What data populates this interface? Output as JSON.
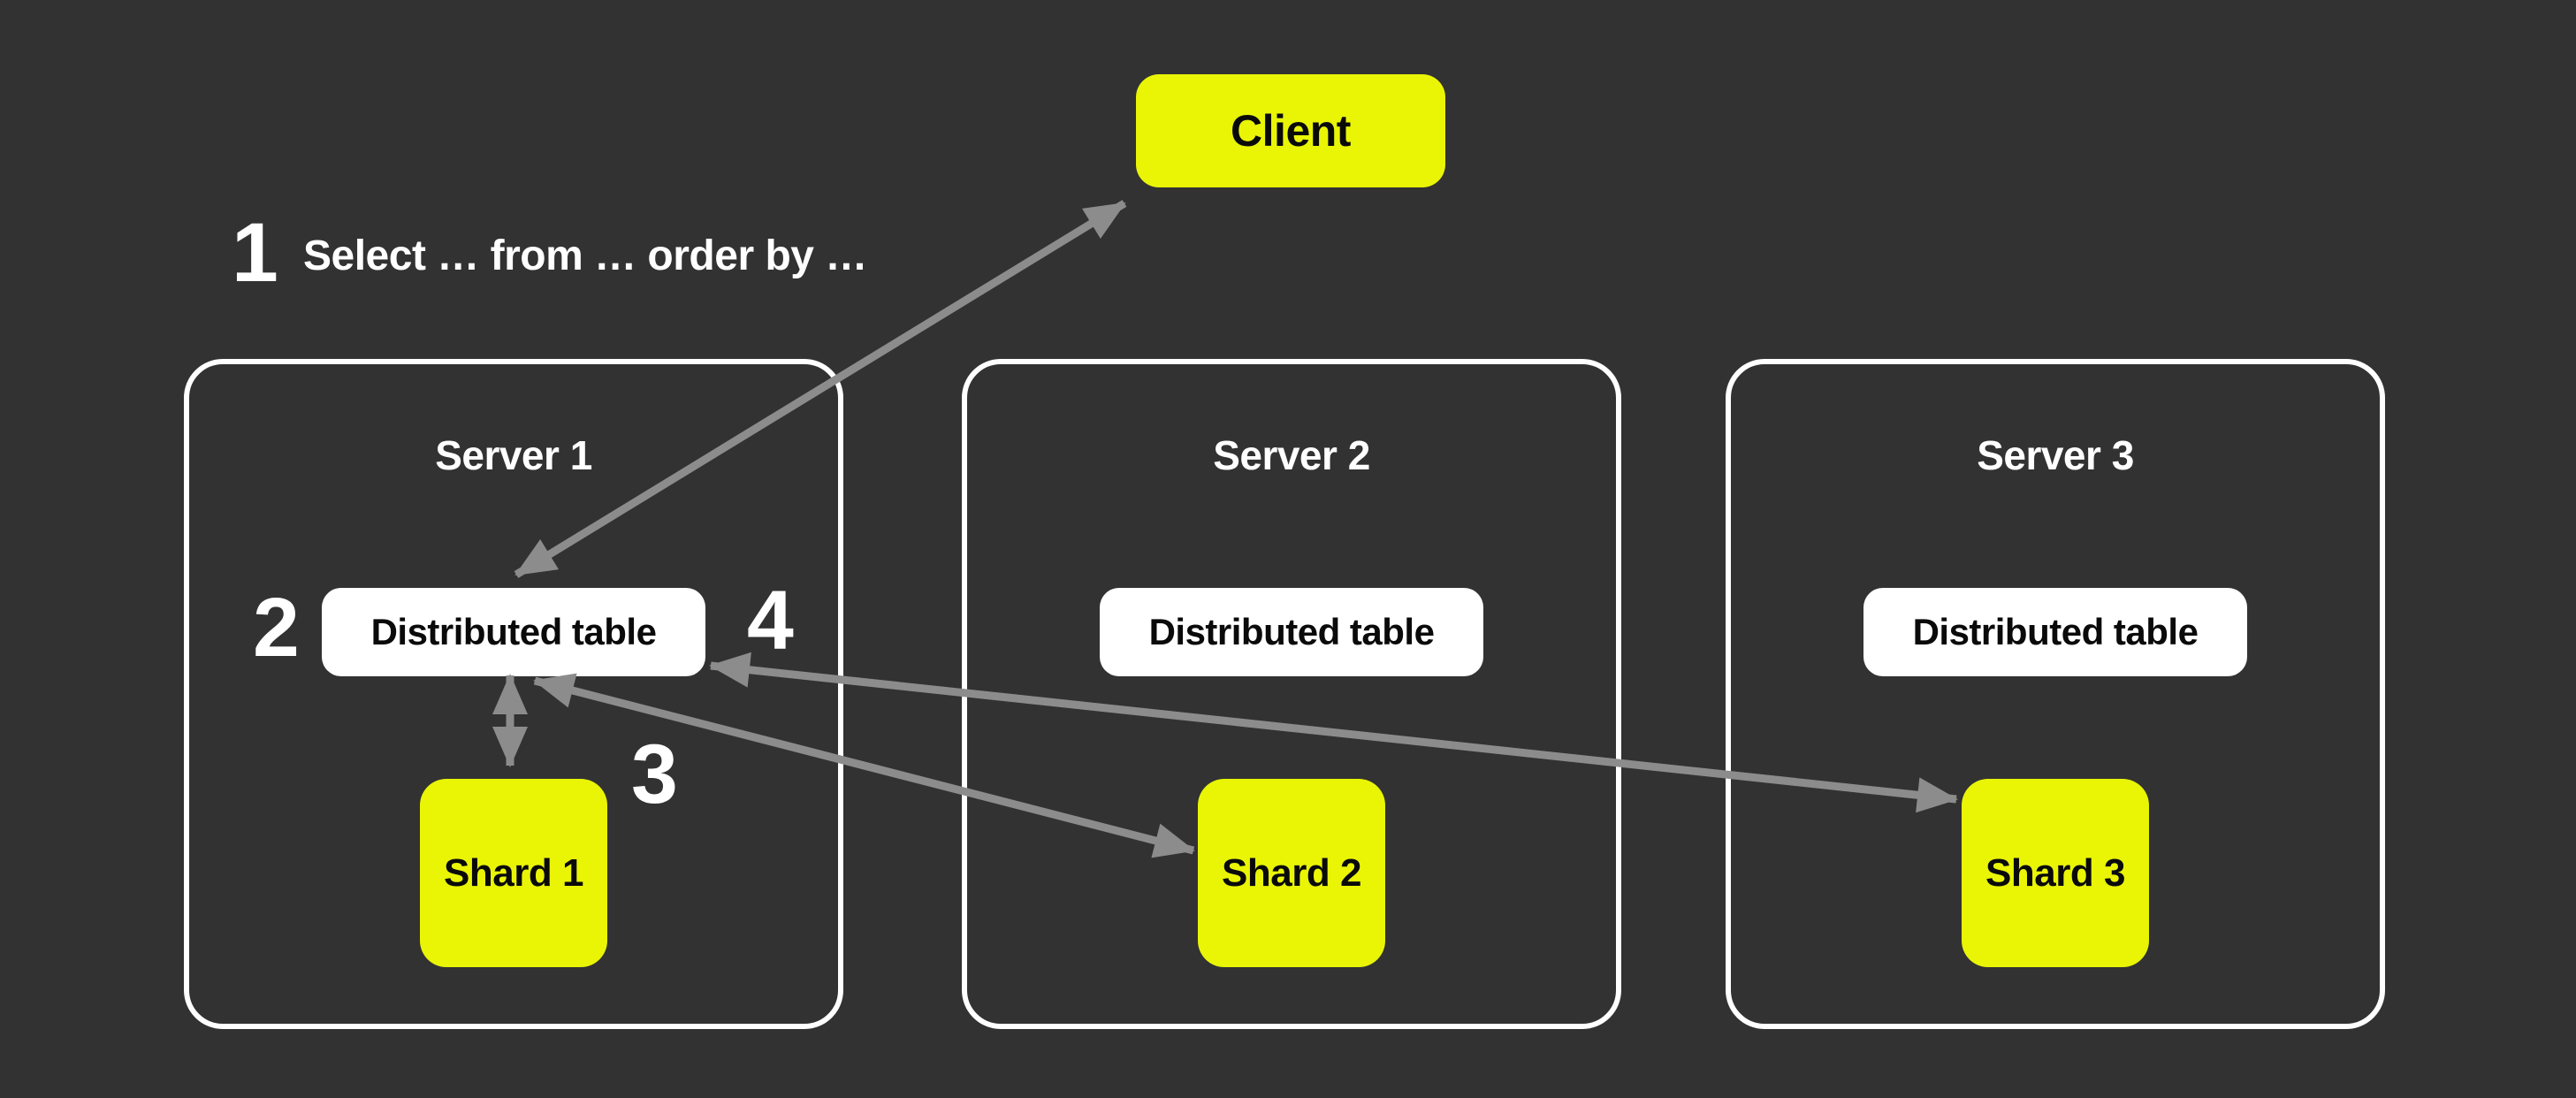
{
  "colors": {
    "bg": "#323232",
    "accent": "#e9f505",
    "surface": "#ffffff",
    "arrow": "#8c8c8c",
    "ink": "#0a0a0a",
    "light": "#ffffff"
  },
  "client": {
    "label": "Client"
  },
  "annotation": {
    "number": "1",
    "text": "Select … from … order by …"
  },
  "steps": {
    "two": "2",
    "three": "3",
    "four": "4"
  },
  "servers": [
    {
      "title": "Server 1",
      "table": "Distributed table",
      "shard": "Shard 1"
    },
    {
      "title": "Server 2",
      "table": "Distributed table",
      "shard": "Shard 2"
    },
    {
      "title": "Server 3",
      "table": "Distributed table",
      "shard": "Shard 3"
    }
  ],
  "connections": [
    {
      "from": "Client",
      "to": "Distributed table (Server 1)",
      "bidirectional": true
    },
    {
      "from": "Distributed table (Server 1)",
      "to": "Shard 1",
      "bidirectional": true
    },
    {
      "from": "Distributed table (Server 1)",
      "to": "Shard 2",
      "bidirectional": true
    },
    {
      "from": "Distributed table (Server 1)",
      "to": "Shard 3",
      "bidirectional": true
    }
  ]
}
